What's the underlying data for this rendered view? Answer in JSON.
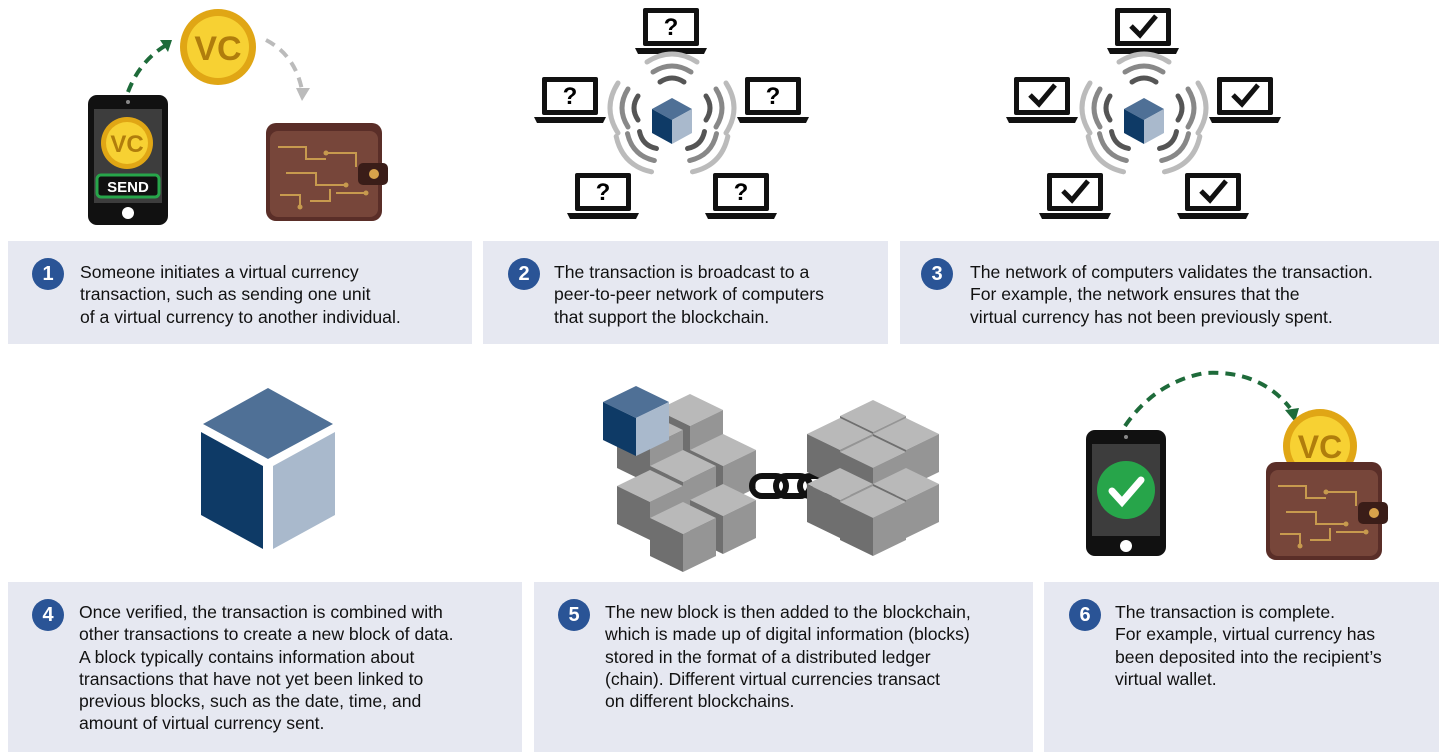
{
  "colors": {
    "caption_bg": "#e6e8f1",
    "badge": "#2a5496",
    "arrow_green": "#1e6b3a",
    "cube_dark": "#0e3a66",
    "cube_mid": "#4f7096",
    "cube_light": "#a9b9cc",
    "coin": "#f2c51a",
    "wallet": "#6b3b33"
  },
  "icons": {
    "coin_label": "VC",
    "send_label": "SEND",
    "question_mark": "?"
  },
  "steps": [
    {
      "number": "1",
      "lines": [
        "Someone initiates a virtual currency",
        "transaction, such as sending one unit",
        "of a virtual currency to another individual."
      ]
    },
    {
      "number": "2",
      "lines": [
        "The transaction is broadcast to a",
        "peer-to-peer network of computers",
        "that support the blockchain."
      ]
    },
    {
      "number": "3",
      "lines": [
        "The network of computers validates the transaction.",
        "For example, the network ensures that the",
        "virtual currency has not been previously spent."
      ]
    },
    {
      "number": "4",
      "lines": [
        "Once verified, the transaction is combined with",
        "other transactions to create a new block of data.",
        "A block typically contains information about",
        "transactions that have not yet been linked to",
        "previous blocks, such as the date, time, and",
        "amount of virtual currency sent."
      ]
    },
    {
      "number": "5",
      "lines": [
        "The new block is then added to the blockchain,",
        "which is made up of digital information (blocks)",
        "stored in the format of a distributed ledger",
        "(chain). Different virtual currencies transact",
        "on different blockchains."
      ]
    },
    {
      "number": "6",
      "lines": [
        "The transaction is complete.",
        "For example, virtual currency has",
        "been deposited into the recipient’s",
        "virtual wallet."
      ]
    }
  ]
}
